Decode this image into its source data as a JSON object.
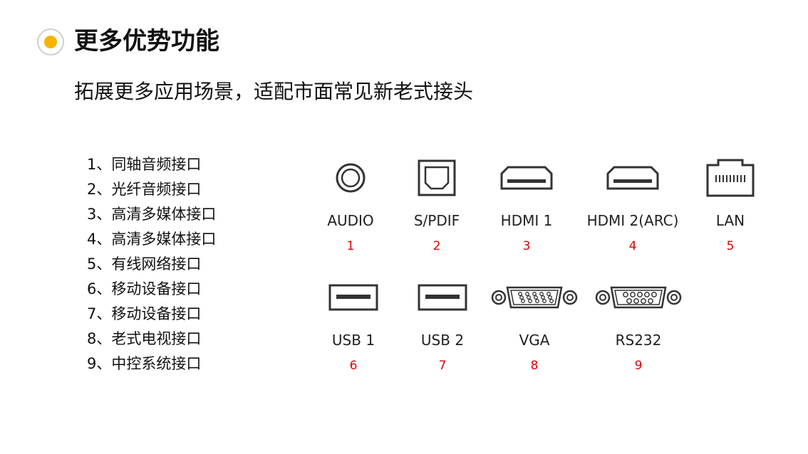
{
  "header": {
    "title": "更多优势功能",
    "subtitle": "拓展更多应用场景，适配市面常见新老式接头",
    "accent_color": "#f5b400"
  },
  "interface_list": [
    "1、同轴音频接口",
    "2、光纤音频接口",
    "3、高清多媒体接口",
    "4、高清多媒体接口",
    "5、有线网络接口",
    "6、移动设备接口",
    "7、移动设备接口",
    "8、老式电视接口",
    "9、中控系统接口"
  ],
  "ports": [
    {
      "label": "AUDIO",
      "number": "1",
      "icon": "audio-jack-icon"
    },
    {
      "label": "S/PDIF",
      "number": "2",
      "icon": "spdif-optical-icon"
    },
    {
      "label": "HDMI 1",
      "number": "3",
      "icon": "hdmi-port-icon"
    },
    {
      "label": "HDMI 2(ARC)",
      "number": "4",
      "icon": "hdmi-port-icon"
    },
    {
      "label": "LAN",
      "number": "5",
      "icon": "lan-port-icon"
    },
    {
      "label": "USB 1",
      "number": "6",
      "icon": "usb-port-icon"
    },
    {
      "label": "USB 2",
      "number": "7",
      "icon": "usb-port-icon"
    },
    {
      "label": "VGA",
      "number": "8",
      "icon": "vga-port-icon"
    },
    {
      "label": "RS232",
      "number": "9",
      "icon": "rs232-port-icon"
    }
  ],
  "number_color": "#e00000"
}
